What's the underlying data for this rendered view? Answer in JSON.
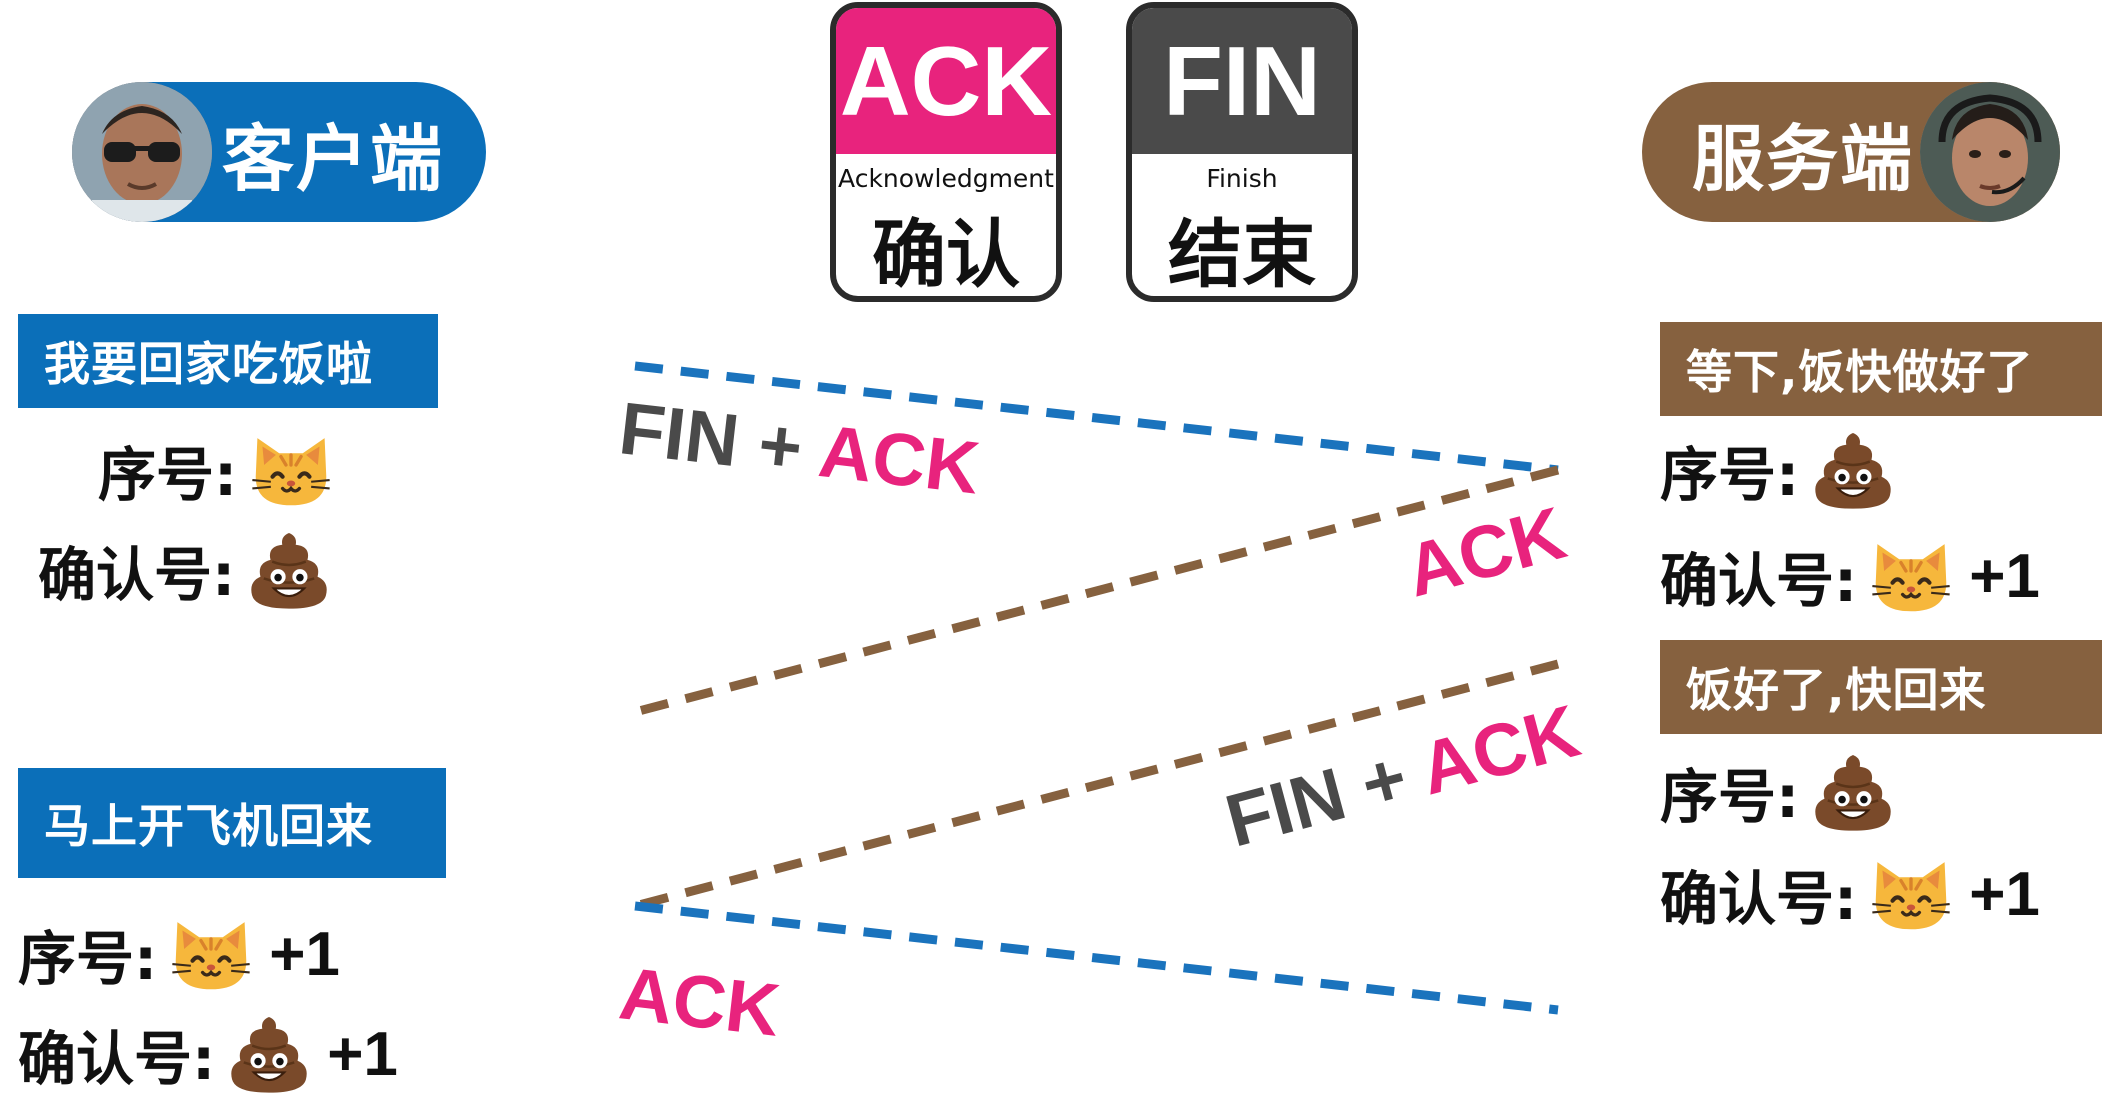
{
  "client": {
    "label": "客户端",
    "banner1": "我要回家吃饭啦",
    "seq_label": "序号:",
    "ack_label": "确认号:",
    "banner2": "马上开飞机回来",
    "plus_one": "+1"
  },
  "server": {
    "label": "服务端",
    "banner1": "等下,饭快做好了",
    "banner2": "饭好了,快回来",
    "seq_label": "序号:",
    "ack_label": "确认号:",
    "plus_one": "+1"
  },
  "flags": {
    "ack": {
      "code": "ACK",
      "full": "Acknowledgment",
      "zh": "确认"
    },
    "fin": {
      "code": "FIN",
      "full": "Finish",
      "zh": "结束"
    }
  },
  "arrows": {
    "a1_fin": "FIN",
    "a1_plus": "+",
    "a1_ack": "ACK",
    "a2_ack": "ACK",
    "a3_fin": "FIN",
    "a3_plus": "+",
    "a3_ack": "ACK",
    "a4_ack": "ACK"
  },
  "icons": {
    "client_seq": "cat-face-icon",
    "client_ack": "poop-icon",
    "server_seq": "poop-icon",
    "server_ack": "cat-face-icon"
  },
  "colors": {
    "client": "#0b6fb9",
    "server": "#86613f",
    "ack": "#e8237d",
    "fin": "#4a4a4a"
  }
}
